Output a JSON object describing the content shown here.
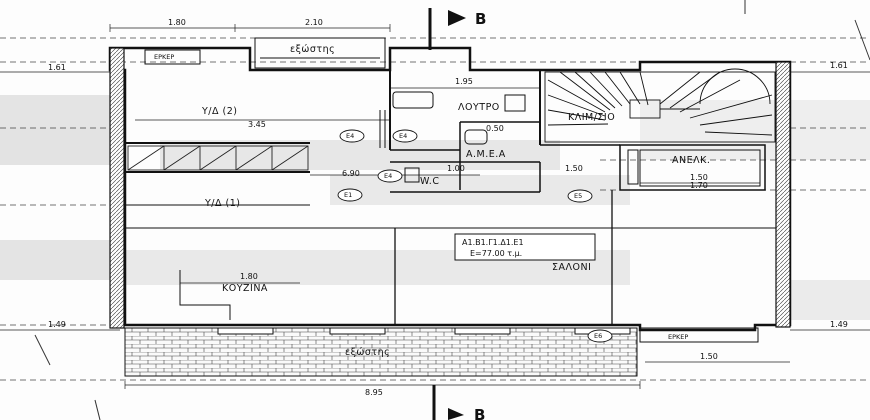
{
  "section_marker": {
    "letter": "B"
  },
  "dimensions": {
    "top_left": "1.80",
    "top_mid": "2.10",
    "left_side": "1.61",
    "right_side": "1.61",
    "bottom_left": "1.49",
    "bottom_right": "1.49",
    "bottom_overall": "8.95",
    "bottom_erker": "1.50",
    "bath_width": "1.95",
    "bedroom2_width": "3.45",
    "amea_width": "0.50",
    "mid_width": "6.90",
    "wc_width": "1.00",
    "stair_width": "1.50",
    "lift_a": "1.50",
    "lift_b": "1.70",
    "kitchen_width": "1.80"
  },
  "rooms": {
    "erker_top": "ΕΡΚΕΡ",
    "balcony_top": "εξώστης",
    "bedroom2": "Υ/Δ (2)",
    "bath": "ΛΟΥΤΡΟ",
    "stairs": "ΚΛΙΜ/ΣΙΟ",
    "amea": "Α.Μ.Ε.Α",
    "lift": "ΑΝΕΛΚ.",
    "wc": "W.C",
    "bedroom1": "Υ/Δ (1)",
    "kitchen": "ΚΟΥΖΙΝΑ",
    "living": "ΣΑΛΟΝΙ",
    "erker_bottom": "ΕΡΚΕΡ",
    "balcony_bottom": "εξώστης"
  },
  "apartment_tag": {
    "code": "Α1.Β1.Γ1.Δ1.Ε1",
    "area": "Ε=77.00 τ.μ."
  },
  "window_tags": [
    "Ε4",
    "Ε4",
    "Ε1",
    "Ε4",
    "Ε5",
    "Ε6"
  ]
}
